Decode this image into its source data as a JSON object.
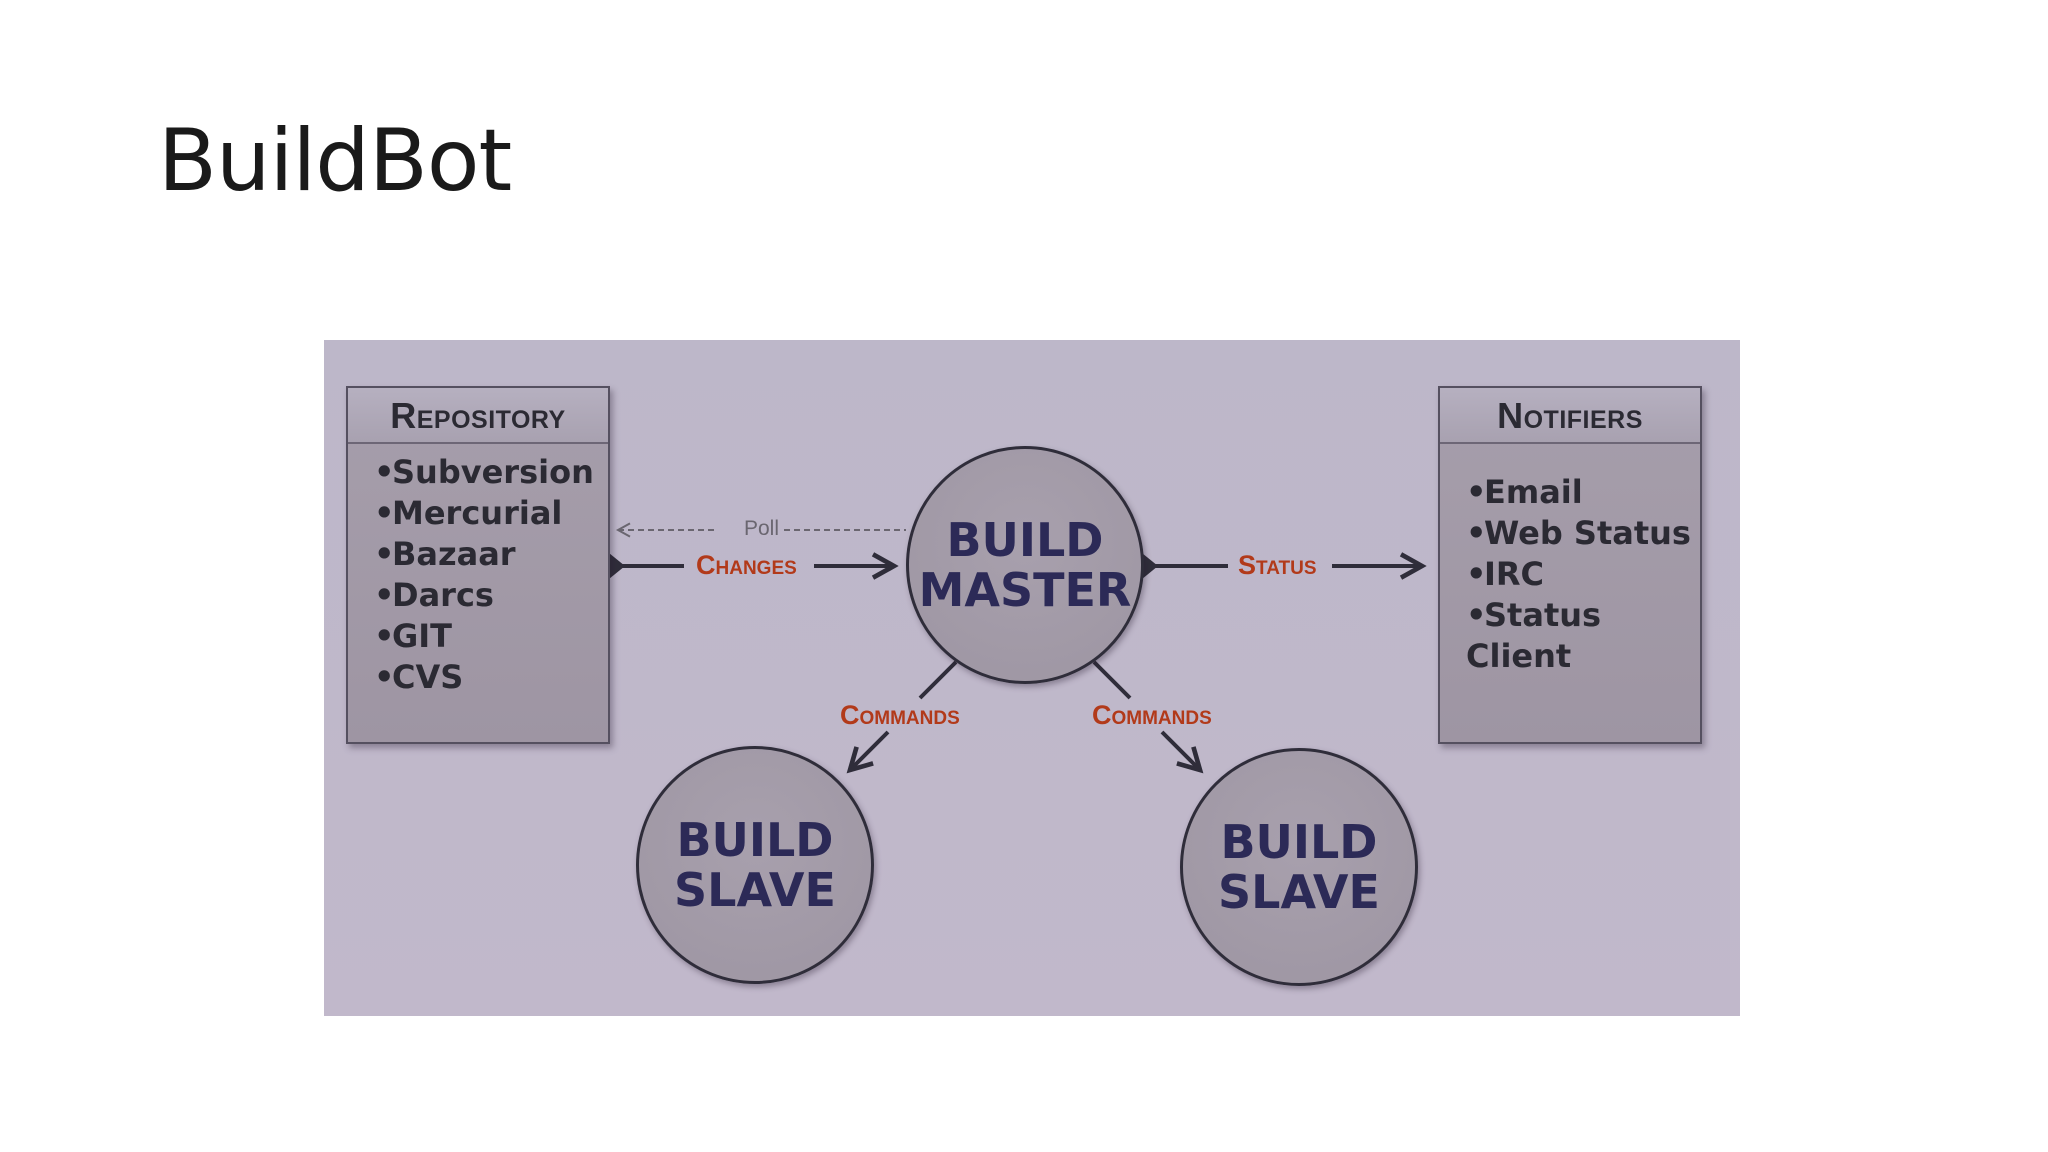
{
  "slide": {
    "title": "BuildBot"
  },
  "diagram": {
    "repository": {
      "title": "Repository",
      "items": [
        "Subversion",
        "Mercurial",
        "Bazaar",
        "Darcs",
        "GIT",
        "CVS"
      ]
    },
    "notifiers": {
      "title": "Notifiers",
      "items": [
        "Email",
        "Web Status",
        "IRC",
        "Status Client"
      ]
    },
    "master": {
      "label": "BUILD\nMASTER"
    },
    "slave_left": {
      "label": "BUILD\nSLAVE"
    },
    "slave_right": {
      "label": "BUILD\nSLAVE"
    },
    "edges": {
      "poll": "Poll",
      "changes": "Changes",
      "status": "Status",
      "commands_left": "Commands",
      "commands_right": "Commands"
    },
    "colors": {
      "background": "#bdb7c9",
      "node_fill": "#a39ba8",
      "node_text": "#2c2a57",
      "edge_label": "#b23a1a",
      "line": "#2f2d3a"
    }
  }
}
